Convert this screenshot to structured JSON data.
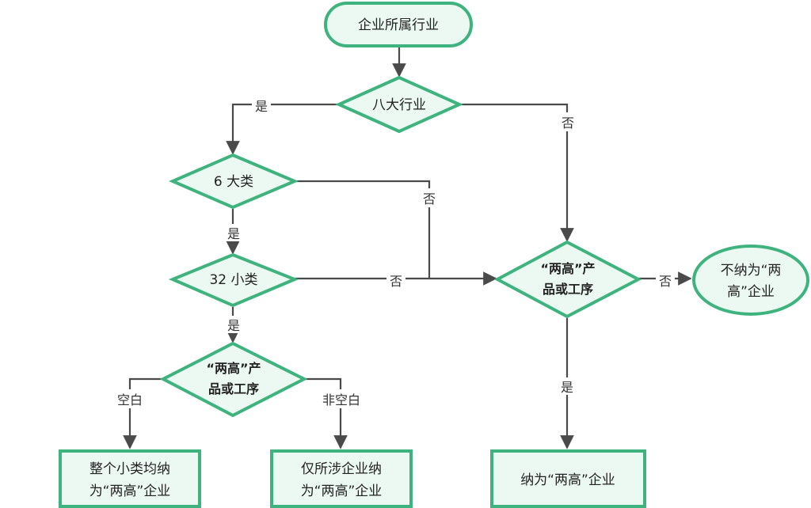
{
  "nodes": {
    "start": "企业所属行业",
    "d_eight": "八大行业",
    "d_six": "6 大类",
    "d_32": "32 小类",
    "d_hh_left_l1": "“两高”产",
    "d_hh_left_l2": "品或工序",
    "d_hh_right_l1": "“两高”产",
    "d_hh_right_l2": "品或工序",
    "end_no_l1": "不纳为“两",
    "end_no_l2": "高”企业",
    "box_whole_l1": "整个小类均纳",
    "box_whole_l2": "为“两高”企业",
    "box_only_l1": "仅所涉企业纳",
    "box_only_l2": "为“两高”企业",
    "box_yes": "纳为“两高”企业"
  },
  "edges": {
    "yes": "是",
    "no": "否",
    "blank": "空白",
    "nonblank": "非空白"
  },
  "colors": {
    "stroke": "#3fb37f",
    "fill": "#ecf9f3",
    "line": "#4a4a4a"
  }
}
